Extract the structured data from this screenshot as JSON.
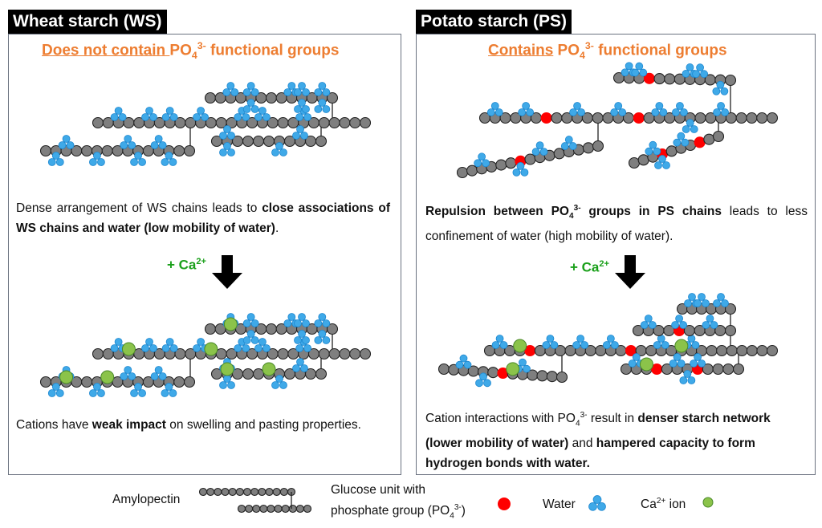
{
  "left": {
    "title": "Wheat starch (WS)",
    "heading_underlined": "Does not contain ",
    "heading_po": "PO",
    "heading_sub": "4",
    "heading_sup": "3-",
    "heading_rest": " functional groups",
    "para1_a": "Dense arrangement of WS chains leads to ",
    "para1_b": "close associations of WS chains and water (low mobility of water)",
    "para1_c": ".",
    "ca_label": "+ Ca",
    "ca_sup": "2+",
    "para2_a": "Cations have ",
    "para2_b": "weak impact",
    "para2_c": " on swelling and pasting properties."
  },
  "right": {
    "title": "Potato starch (PS)",
    "heading_underlined": "Contains",
    "heading_po": " PO",
    "heading_sub": "4",
    "heading_sup": "3-",
    "heading_rest": " functional groups",
    "para1_b1": "Repulsion between PO",
    "para1_sub": "4",
    "para1_sup": "3-",
    "para1_b2": " groups in PS chains",
    "para1_c": " leads to less confinement of water (high mobility of water).",
    "ca_label": "+ Ca",
    "ca_sup": "2+",
    "para2_a": "Cation interactions with PO",
    "para2_sub": "4",
    "para2_sup": "3-",
    "para2_a2": " result in ",
    "para2_b": "denser starch network (lower mobility of water)",
    "para2_c": " and ",
    "para2_d": "hampered capacity to form hydrogen bonds with water."
  },
  "legend": {
    "amylopectin": "Amylopectin",
    "glucose_line1": "Glucose unit with",
    "glucose_line2": "phosphate group (PO",
    "glucose_sub": "4",
    "glucose_sup": "3-",
    "glucose_close": ")",
    "water": "Water",
    "ca_a": "Ca",
    "ca_sup": "2+",
    "ca_b": " ion"
  },
  "colors": {
    "heading": "#ed7d31",
    "glucose": "#7f7f7f",
    "phosphate": "#ff0000",
    "water": "#3fa9e8",
    "calcium": "#8bc34a",
    "ca_label": "#1aa01a"
  }
}
